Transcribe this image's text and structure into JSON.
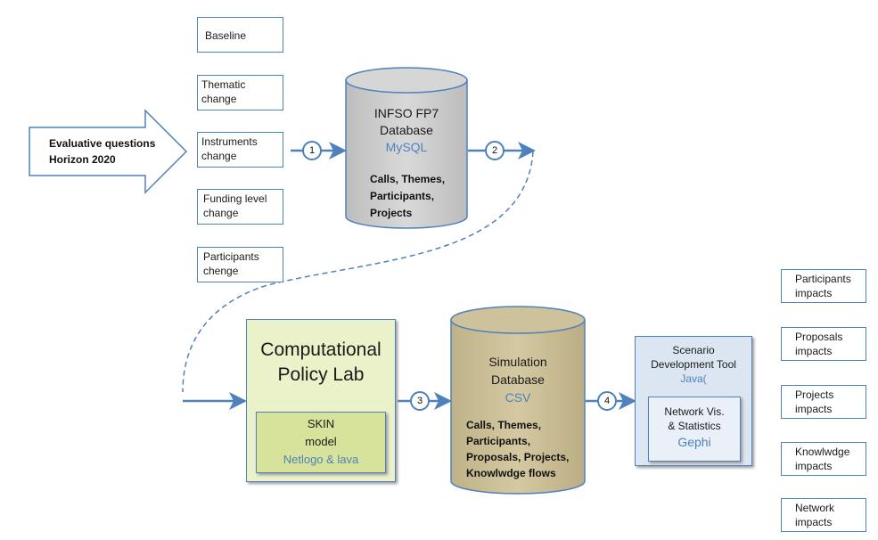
{
  "input": {
    "arrow_label_line1": "Evaluative questions",
    "arrow_label_line2": "Horizon 2020"
  },
  "scenarios": [
    {
      "line1": "Baseline",
      "line2": ""
    },
    {
      "line1": "Thematic",
      "line2": "change"
    },
    {
      "line1": "Instruments",
      "line2": "change"
    },
    {
      "line1": "Funding level",
      "line2": "change"
    },
    {
      "line1": "Participants",
      "line2": "chenge"
    }
  ],
  "infso_db": {
    "title_line1": "INFSO FP7",
    "title_line2": "Database",
    "tech": "MySQL",
    "contents": [
      "Calls, Themes,",
      "Participants,",
      "Projects"
    ]
  },
  "policy_lab": {
    "title_line1": "Computational",
    "title_line2": "Policy Lab",
    "model_line1": "SKIN",
    "model_line2": "model",
    "tech": "Netlogo & lava"
  },
  "simulation_db": {
    "title_line1": "Simulation",
    "title_line2": "Database",
    "tech": "CSV",
    "contents": [
      "Calls, Themes,",
      "Participants,",
      "Proposals, Projects,",
      "Knowlwdge flows"
    ]
  },
  "scenario_tool": {
    "title_line1": "Scenario",
    "title_line2": "Development Tool",
    "tech": "Java(",
    "inner_line1": "Network Vis.",
    "inner_line2": "& Statistics",
    "inner_tech": "Gephi"
  },
  "steps": [
    "1",
    "2",
    "3",
    "4"
  ],
  "impacts": [
    {
      "line1": "Participants",
      "line2": "impacts"
    },
    {
      "line1": "Proposals",
      "line2": "impacts"
    },
    {
      "line1": "Projects",
      "line2": "impacts"
    },
    {
      "line1": "Knowlwdge",
      "line2": "impacts"
    },
    {
      "line1": "Network",
      "line2": "impacts"
    }
  ],
  "colors": {
    "accent": "#4f81bd",
    "infso_fill": "#d0d0d0",
    "lab_fill": "#ebf1c8",
    "model_fill": "#d7e39a",
    "sim_fill": "#c9bc93",
    "tool_fill": "#dce6f2"
  }
}
